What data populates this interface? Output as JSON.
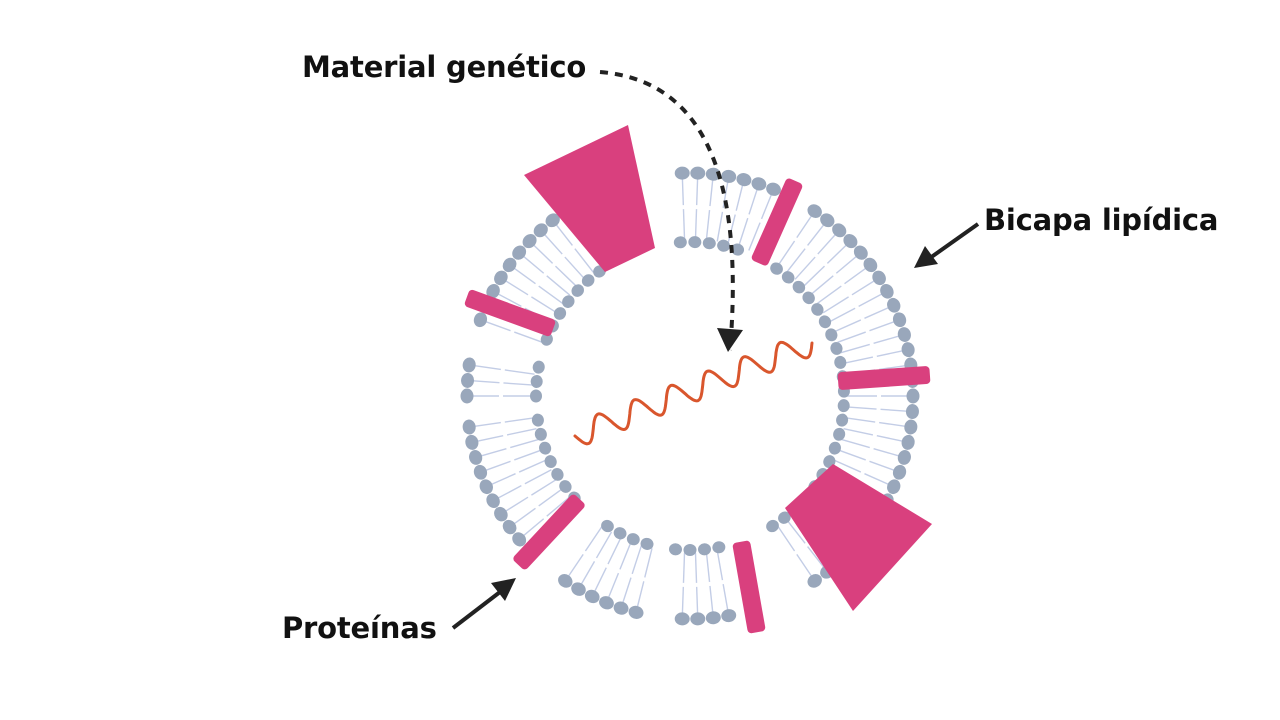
{
  "labels": {
    "genetic_material": "Material genético",
    "lipid_bilayer": "Bicapa lipídica",
    "proteins": "Proteínas"
  },
  "colors": {
    "protein": "#d9407e",
    "lipid_head": "#99a7bb",
    "lipid_tail": "#c3cde6",
    "genetic_strand": "#d9562d",
    "arrow": "#222222",
    "text": "#111111"
  },
  "icons": {
    "membrane": "lipid-bilayer-ring",
    "strand": "rna-helix-strand",
    "arrows": "pointer-arrow"
  }
}
